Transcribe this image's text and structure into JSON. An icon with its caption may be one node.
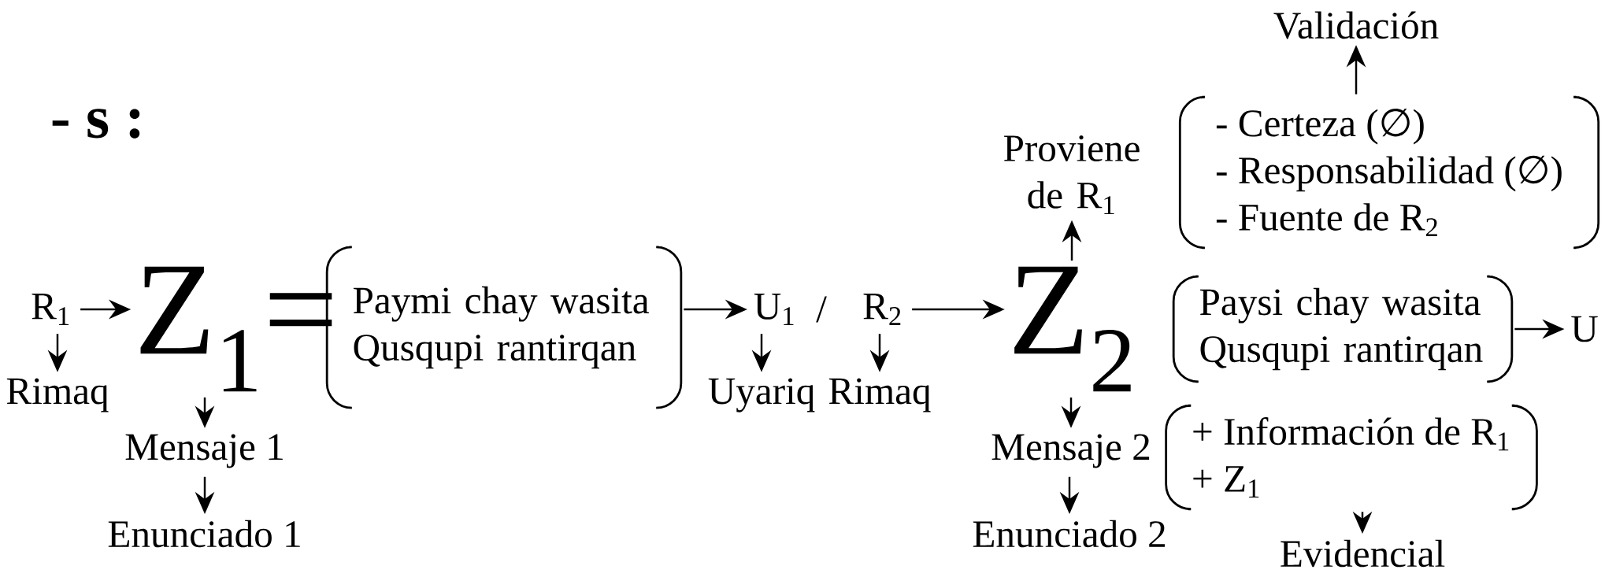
{
  "diagram": {
    "title": "- s :",
    "nodes": [
      {
        "text": [
          "Validación"
        ]
      },
      {
        "text": [
          "Proviene de R$_{1}$"
        ]
      },
      {
        "text": [
          "- Certeza (∅)",
          "- Responsabilidad (∅)",
          "- Fuente de R$_{2}$"
        ]
      },
      {
        "text": [
          "R$_{1}$"
        ]
      },
      {
        "text": [
          "Z$_{1}$="
        ]
      },
      {
        "text": [
          "Paymi chay wasita Qusqupi rantirqan"
        ]
      },
      {
        "text": [
          "U$_{1}$"
        ]
      },
      {
        "text": [
          "R$_{2}$"
        ]
      },
      {
        "text": [
          "Z$_{2}$"
        ]
      },
      {
        "text": [
          "Paysi chay wasita Qusqupi rantirqan"
        ]
      },
      {
        "text": [
          "U"
        ]
      },
      {
        "text": [
          "Rimaq"
        ]
      },
      {
        "text": [
          "Uyariq"
        ]
      },
      {
        "text": [
          "Rimaq"
        ]
      },
      {
        "text": [
          "Mensaje 1"
        ]
      },
      {
        "text": [
          "Mensaje 2"
        ]
      },
      {
        "text": [
          "+ Información de R$_{1}$",
          "+ Z$_{1}$"
        ]
      },
      {
        "text": [
          "Enunciado 1"
        ]
      },
      {
        "text": [
          "Enunciado 2"
        ]
      },
      {
        "text": [
          "Evidencial"
        ]
      }
    ],
    "edges": [
      {
        "from": 3,
        "to": 4,
        "arrow": "to"
      },
      {
        "from": 3,
        "to": 11,
        "arrow": "to"
      },
      {
        "from": 4,
        "to": 14,
        "arrow": "to"
      },
      {
        "from": 14,
        "to": 17,
        "arrow": "to"
      },
      {
        "from": 5,
        "to": 6,
        "arrow": "to"
      },
      {
        "from": 6,
        "to": 12,
        "arrow": "to"
      },
      {
        "from": 7,
        "to": 13,
        "arrow": "to"
      },
      {
        "from": 7,
        "to": 8,
        "arrow": "to"
      },
      {
        "from": 8,
        "to": 1,
        "arrow": "to"
      },
      {
        "from": 8,
        "to": 15,
        "arrow": "to"
      },
      {
        "from": 15,
        "to": 18,
        "arrow": "to"
      },
      {
        "from": 9,
        "to": 10,
        "arrow": "to"
      },
      {
        "from": 16,
        "to": 19,
        "arrow": "to"
      },
      {
        "from": 2,
        "to": 0,
        "arrow": "to"
      }
    ],
    "labels": [
      "/"
    ]
  }
}
